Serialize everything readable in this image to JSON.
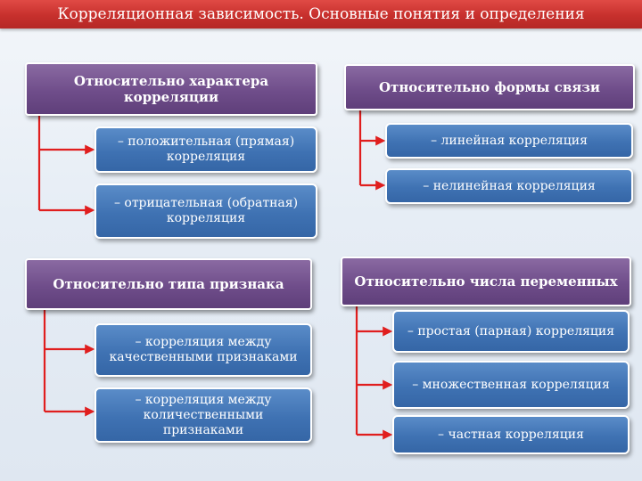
{
  "title": "Корреляционная зависимость. Основные понятия и определения",
  "groups": [
    {
      "heading": "Относительно характера корреляции",
      "items": [
        "– положительная (прямая) корреляция",
        "– отрицательная (обратная) корреляция"
      ]
    },
    {
      "heading": "Относительно формы связи",
      "items": [
        "– линейная корреляция",
        "– нелинейная корреляция"
      ]
    },
    {
      "heading": "Относительно типа признака",
      "items": [
        "– корреляция между качественными признаками",
        "– корреляция между количественными признаками"
      ]
    },
    {
      "heading": "Относительно числа переменных",
      "items": [
        "– простая (парная) корреляция",
        "– множественная корреляция",
        "– частная корреляция"
      ]
    }
  ],
  "colors": {
    "title_bar": "#c7302d",
    "heading_box": "#6f4d8a",
    "item_box": "#3f72b3",
    "connector": "#e01e1e"
  }
}
